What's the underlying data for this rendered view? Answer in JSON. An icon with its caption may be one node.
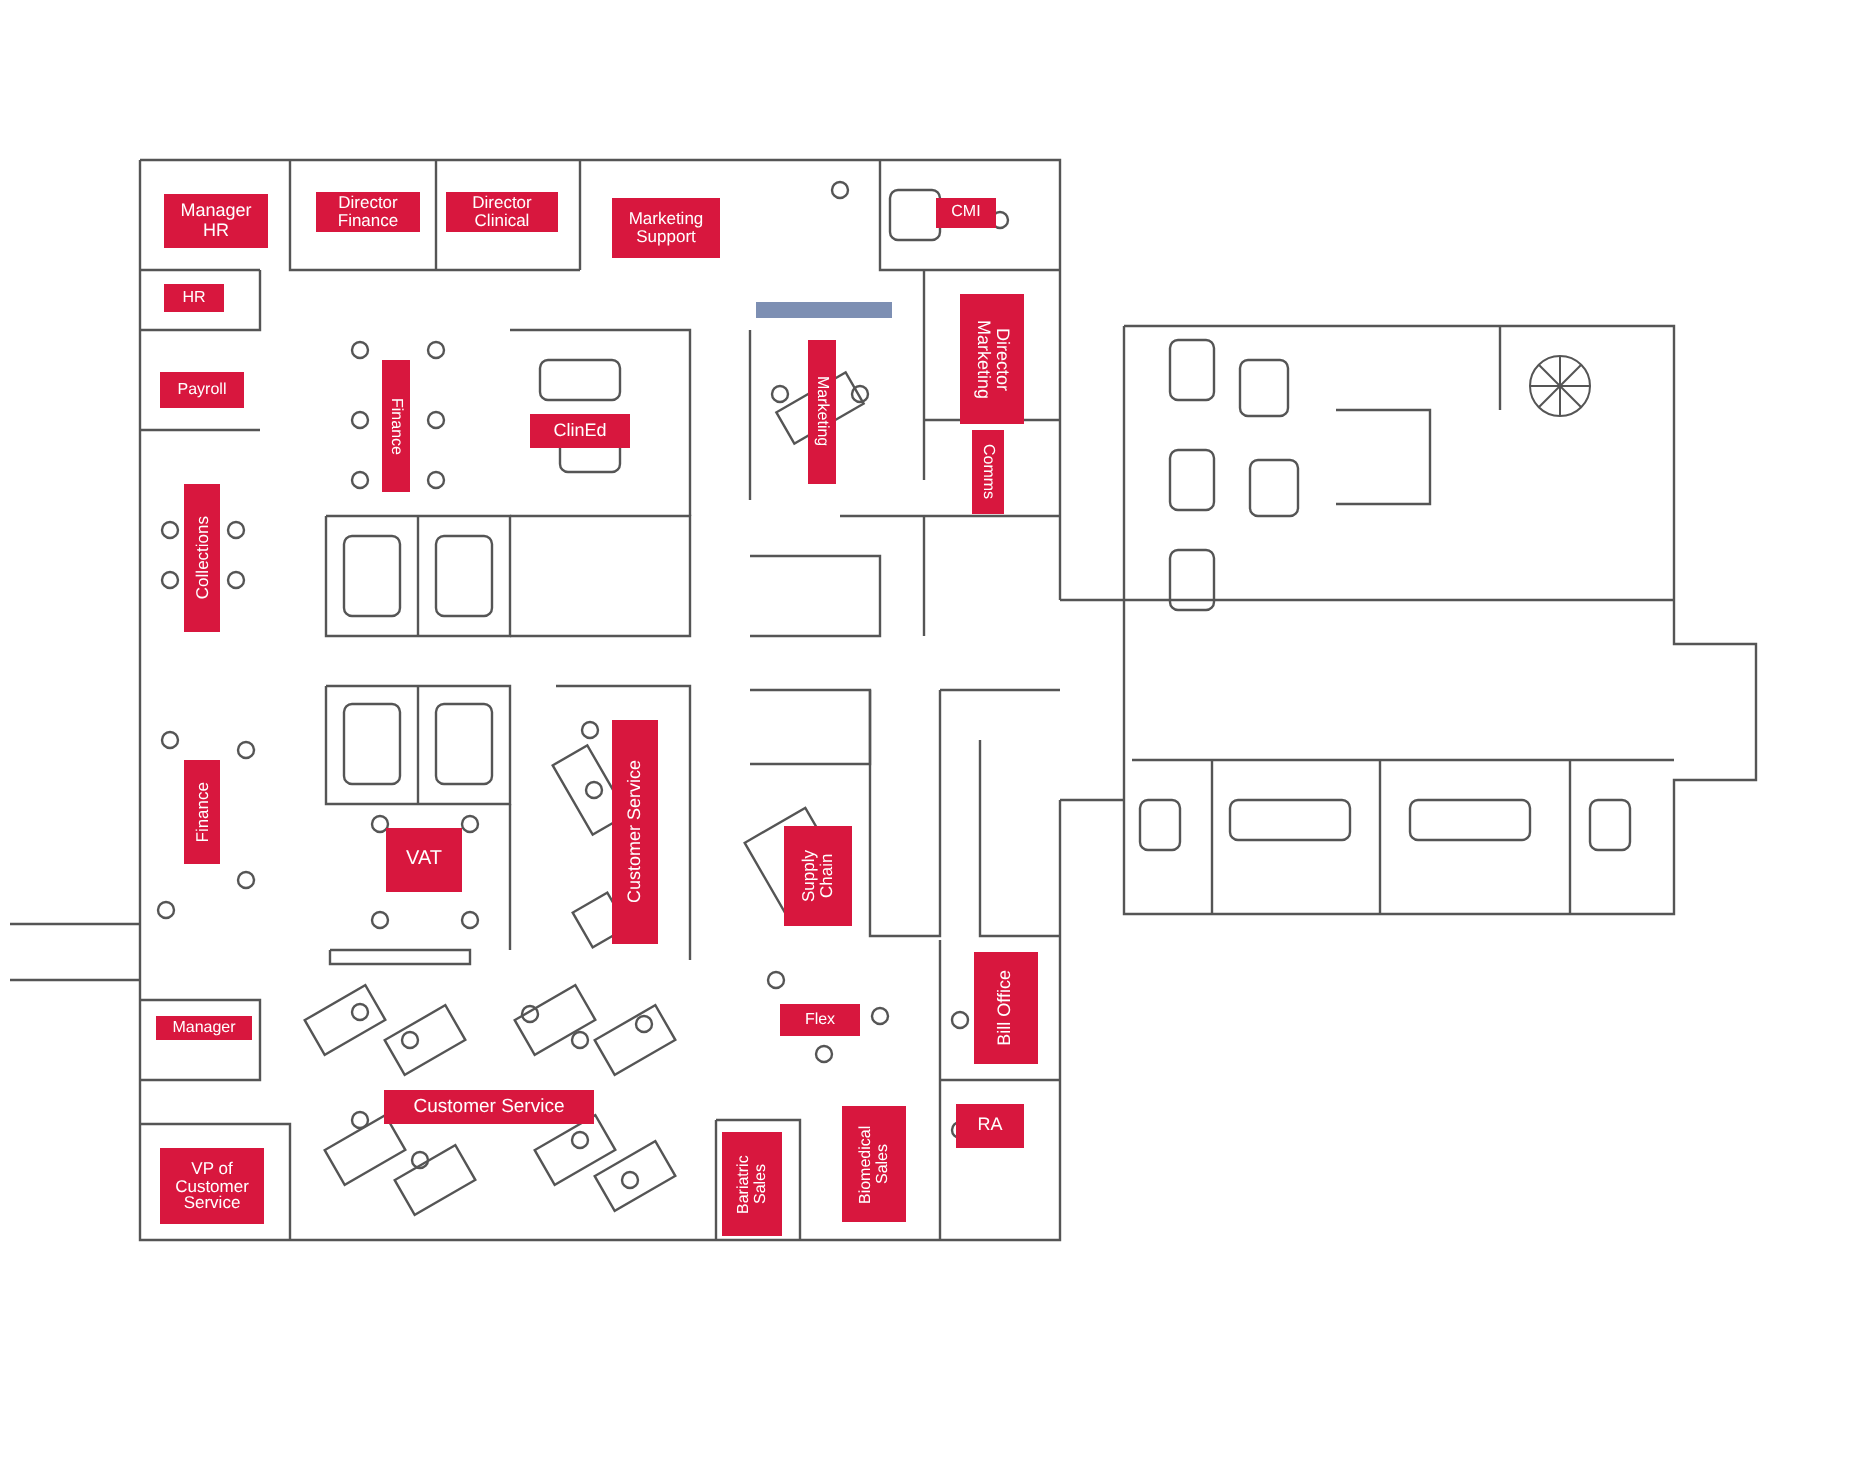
{
  "diagram": {
    "nodes": [
      {
        "text": [
          "Manager HR"
        ]
      },
      {
        "text": [
          "Director Finance"
        ]
      },
      {
        "text": [
          "Director Clinical"
        ]
      },
      {
        "text": [
          "Marketing Support"
        ]
      },
      {
        "text": [
          "CMI"
        ]
      },
      {
        "text": [
          "HR"
        ]
      },
      {
        "text": [
          "Payroll"
        ]
      },
      {
        "text": [
          "Director Marketing"
        ]
      },
      {
        "text": [
          "Finance"
        ]
      },
      {
        "text": [
          "ClinEd"
        ]
      },
      {
        "text": [
          "Marketing"
        ]
      },
      {
        "text": [
          "Comms"
        ]
      },
      {
        "text": [
          "Collections"
        ]
      },
      {
        "text": [
          "Finance"
        ]
      },
      {
        "text": [
          "VAT"
        ]
      },
      {
        "text": [
          "Customer Service"
        ]
      },
      {
        "text": [
          "Supply Chain"
        ]
      },
      {
        "text": [
          "Bill Office"
        ]
      },
      {
        "text": [
          "Flex"
        ]
      },
      {
        "text": [
          "Manager"
        ]
      },
      {
        "text": [
          "Customer Service"
        ]
      },
      {
        "text": [
          "VP of Customer Service"
        ]
      },
      {
        "text": [
          "RA"
        ]
      },
      {
        "text": [
          "Bariatric Sales"
        ]
      },
      {
        "text": [
          "Biomedical Sales"
        ]
      }
    ]
  }
}
